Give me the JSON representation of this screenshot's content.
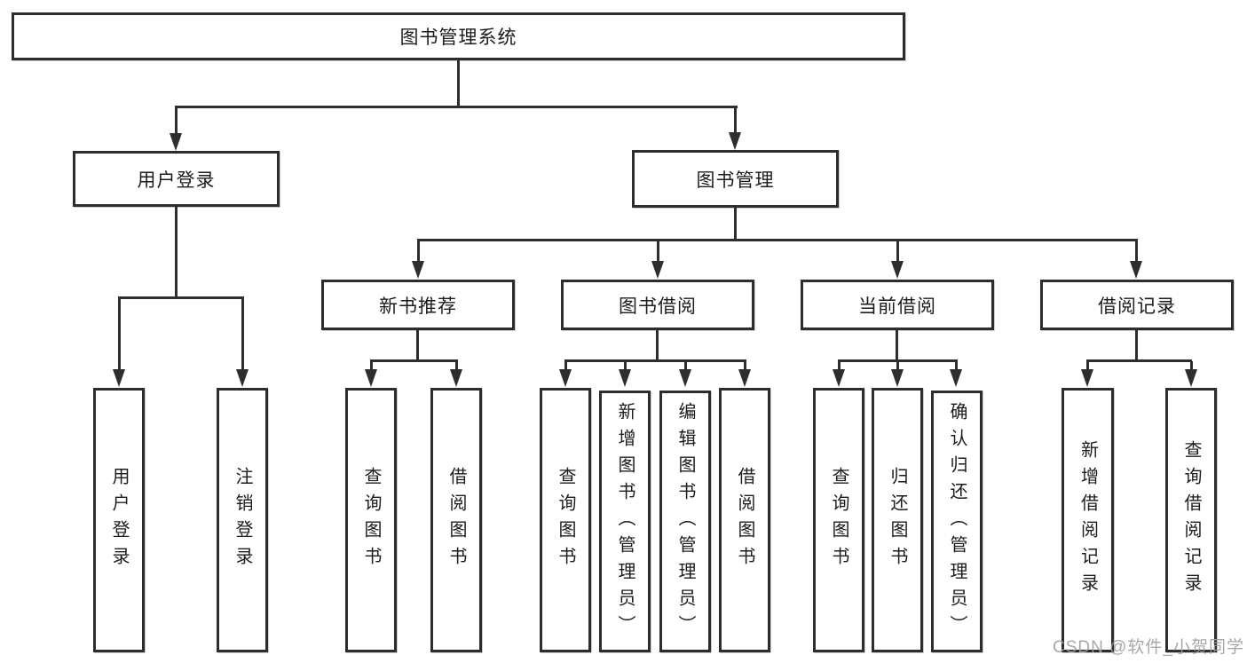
{
  "diagram_title": "图书管理系统",
  "tree": {
    "label": "图书管理系统",
    "children": [
      {
        "label": "用户登录",
        "children": [
          {
            "label": "用户登录"
          },
          {
            "label": "注销登录"
          }
        ]
      },
      {
        "label": "图书管理",
        "children": [
          {
            "label": "新书推荐",
            "children": [
              {
                "label": "查询图书"
              },
              {
                "label": "借阅图书"
              }
            ]
          },
          {
            "label": "图书借阅",
            "children": [
              {
                "label": "查询图书"
              },
              {
                "label": "新增图书（管理员）"
              },
              {
                "label": "编辑图书（管理员）"
              },
              {
                "label": "借阅图书"
              }
            ]
          },
          {
            "label": "当前借阅",
            "children": [
              {
                "label": "查询图书"
              },
              {
                "label": "归还图书"
              },
              {
                "label": "确认归还（管理员）"
              }
            ]
          },
          {
            "label": "借阅记录",
            "children": [
              {
                "label": "新增借阅记录"
              },
              {
                "label": "查询借阅记录"
              }
            ]
          }
        ]
      }
    ]
  },
  "watermark": {
    "text": "CSDN @软件_小贺同学"
  },
  "colors": {
    "line": "#2e2e2e",
    "box_border": "#2d2d2d",
    "text": "#1c1c1c",
    "background": "#ffffff",
    "watermark": "#9e9e9e"
  }
}
